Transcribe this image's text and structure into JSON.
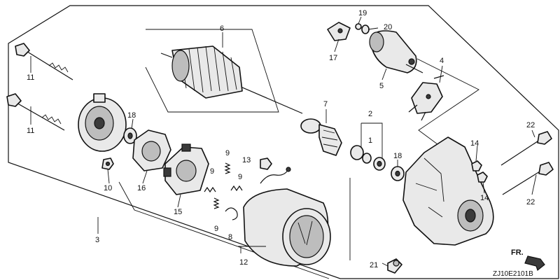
{
  "diagram_code": "ZJ10E2101B",
  "direction_label": "FR.",
  "callouts": {
    "assembly": "3",
    "clutch_parts": "4",
    "solenoid": "5",
    "armature": "6",
    "pinion": "7",
    "yoke_holder": "8",
    "brush_spring_a": "9",
    "brush_spring_b": "9",
    "brush_spring_c": "9",
    "brush_spring_d": "9",
    "nut": "10",
    "through_bolt_upper": "11",
    "through_bolt_lower": "11",
    "yoke": "12",
    "nut_13": "13",
    "nut_14_upper": "14",
    "nut_14_lower": "14",
    "brush_holder": "15",
    "plate_16": "16",
    "lever_17": "17",
    "washer_18_left": "18",
    "washer_18_right": "18",
    "clip_19": "19",
    "ring_20": "20",
    "collar_21": "21",
    "bolt_22_upper": "22",
    "bolt_22_lower": "22",
    "washer_set_1": "1",
    "washer_set_2": "2"
  }
}
